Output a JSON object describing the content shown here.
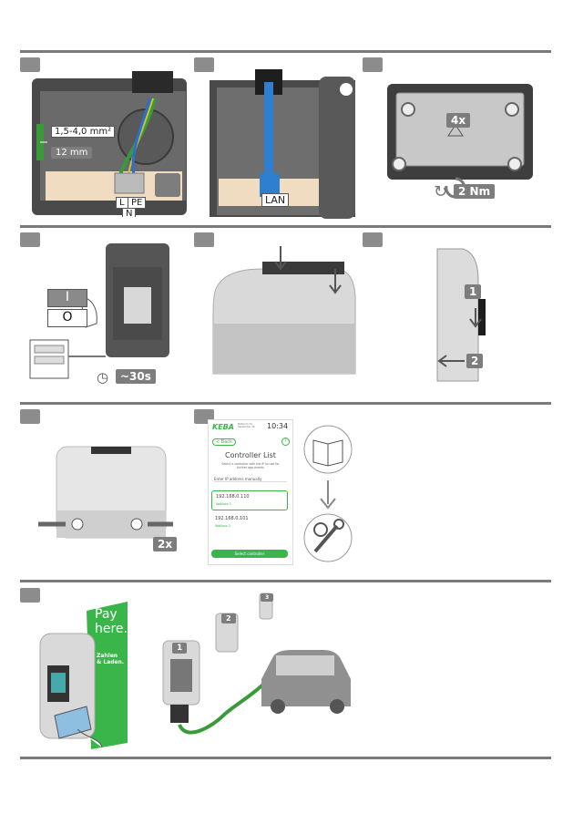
{
  "colors": {
    "rule": "#7a7a7a",
    "step_badge": "#8c8c8c",
    "cable_blue": "#2f7fd0",
    "cable_green": "#3a9a3a",
    "keba_green": "#3ab54a",
    "device_grey": "#d9d9d9",
    "housing_dark": "#5a5a5a"
  },
  "row1": {
    "wire_cross_section": "1,5-4,0 mm²",
    "strip_length": "12 mm",
    "terminal_L": "L",
    "terminal_N": "N",
    "terminal_PE": "PE",
    "lan_label": "LAN",
    "screw_count": "4x",
    "torque": "2 Nm"
  },
  "row2": {
    "switch_on": "I",
    "switch_off": "O",
    "wait_time": "~30s",
    "arrow_1": "1",
    "arrow_2": "2"
  },
  "row3": {
    "count": "2x",
    "app": {
      "logo": "KEBA",
      "status_line": "Mittwoch 04. September 26",
      "time": "10:34",
      "back_label": "< Back",
      "title": "Controller List",
      "subtitle": "Select a controller with the IP to use for further app events",
      "manual_entry": "Enter IP address manually",
      "items": [
        {
          "ip": "192.168.0.110",
          "name": "Wallbox 1"
        },
        {
          "ip": "192.168.0.101",
          "name": "Wallbox 2"
        }
      ],
      "select_button": "Select controller"
    }
  },
  "row4": {
    "sign": {
      "headline_1": "Pay",
      "headline_2": "here.",
      "sub_1": "Zahlen",
      "sub_2": "& Laden."
    },
    "station_1": "1",
    "station_2": "2",
    "station_3": "3"
  }
}
